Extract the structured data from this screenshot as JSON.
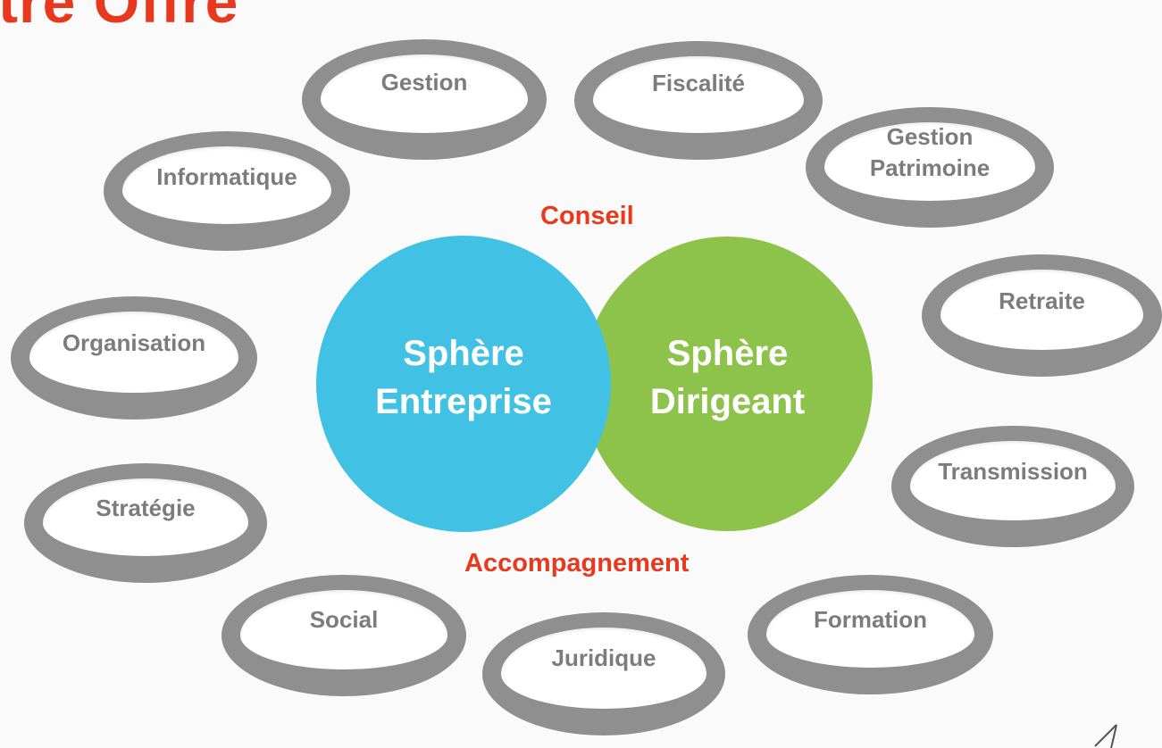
{
  "title": "tre Offre",
  "captions": {
    "top": "Conseil",
    "bottom": "Accompagnement"
  },
  "spheres": {
    "left": "Sphère\nEntreprise",
    "right": "Sphère\nDirigeant"
  },
  "services": [
    "Gestion",
    "Fiscalité",
    "Gestion\nPatrimoine",
    "Retraite",
    "Transmission",
    "Formation",
    "Juridique",
    "Social",
    "Stratégie",
    "Organisation",
    "Informatique"
  ],
  "colors": {
    "accent": "#e8391e",
    "sphere_left": "#41c1e3",
    "sphere_right": "#8dc34b",
    "ring": "#8f8f8f",
    "ring_text": "#7c7c7c"
  }
}
